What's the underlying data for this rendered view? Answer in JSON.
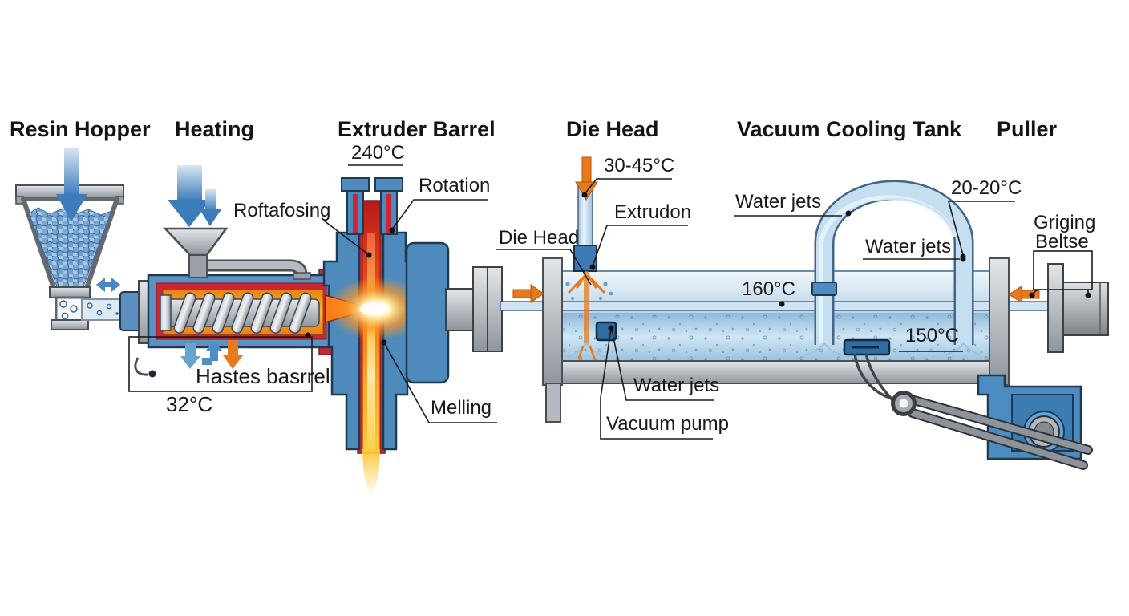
{
  "colors": {
    "accent_orange": "#E87A1E",
    "machine_blue": "#4F8ABC",
    "liner_red": "#CC2536",
    "melt_orange": "#F97B16",
    "water_blue": "#BCD6E9",
    "metal_gray": "#AEB4BA",
    "text": "#1A1A1A"
  },
  "titles": {
    "resin_hopper": "Resin Hopper",
    "heating": "Heating",
    "extruder_barrel": "Extruder Barrel",
    "die_head": "Die Head",
    "vacuum_cooling_tank": "Vacuum Cooling Tank",
    "puller": "Puller"
  },
  "labels": {
    "barrel_temp": "240°C",
    "rotation": "Rotation",
    "feed_callout": "Roftafosing",
    "die_temp_range": "30-45°C",
    "extrudate": "Extrudon",
    "die_head_callout": "Die Head",
    "water_jets_top": "Water jets",
    "cooling_water_temp": "20-20°C",
    "water_jets_right": "Water jets",
    "tank_temp_front": "160°C",
    "tank_temp_rear": "150°C",
    "heated_barrel": "Hastes basrrel",
    "feed_temp": "32°C",
    "melting": "Melling",
    "water_jets_bottom": "Water jets",
    "vacuum_pump": "Vacuum pump",
    "gripping_belt_line1": "Griging",
    "gripping_belt_line2": "Beltse"
  }
}
